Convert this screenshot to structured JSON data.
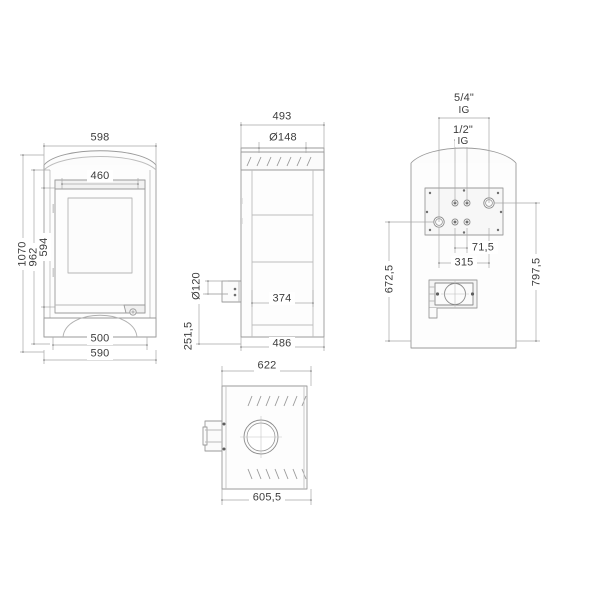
{
  "drawing": {
    "title": "Stove technical dimension drawing",
    "units": "mm",
    "line_color": "#9a9a9a",
    "dim_line_color": "#a8a8a8",
    "text_color": "#3c3c3c",
    "fill_light": "#fbfbfb",
    "fill_panel": "#f4f4f4",
    "background": "#ffffff"
  },
  "views": {
    "front": {
      "name": "Front view",
      "dimensions": {
        "top_width": "598",
        "door_width": "460",
        "total_height": "1070",
        "height_962": "962",
        "height_594": "594",
        "base_inner_width": "500",
        "base_width": "590"
      }
    },
    "side": {
      "name": "Side view",
      "dimensions": {
        "top_width": "493",
        "flue_diameter": "Ø148",
        "air_inlet_diameter": "Ø120",
        "body_width": "374",
        "base_width": "486",
        "air_inlet_height": "251,5"
      }
    },
    "rear": {
      "name": "Rear view",
      "dimensions": {
        "connection_upper": "5/4\"",
        "connection_upper_thread": "IG",
        "connection_lower": "1/2\"",
        "connection_lower_thread": "IG",
        "hole_spacing_small": "71,5",
        "hole_spacing_large": "315",
        "height_left": "672,5",
        "height_right": "797,5"
      }
    },
    "top": {
      "name": "Top view",
      "dimensions": {
        "outer_width": "622",
        "inner_width": "605,5"
      }
    }
  },
  "labels": {
    "d598": "598",
    "d460": "460",
    "d1070": "1070",
    "d962": "962",
    "d594": "594",
    "d500": "500",
    "d590": "590",
    "d493": "493",
    "d148": "Ø148",
    "d120": "Ø120",
    "d374": "374",
    "d486": "486",
    "d2515": "251,5",
    "d54": "5/4\"",
    "dIG1": "IG",
    "d12": "1/2\"",
    "dIG2": "IG",
    "d715": "71,5",
    "d315": "315",
    "d6725": "672,5",
    "d7975": "797,5",
    "d622": "622",
    "d6055": "605,5"
  }
}
